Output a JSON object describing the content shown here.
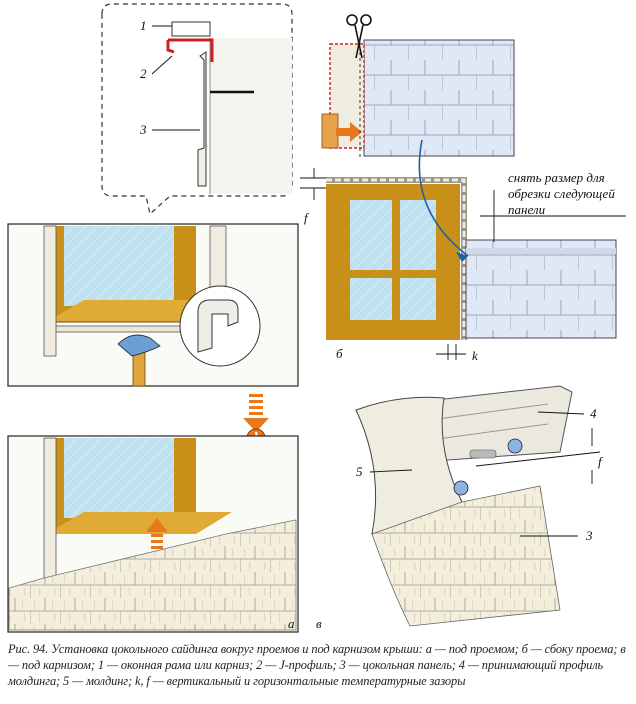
{
  "labels": {
    "n1": "1",
    "n2": "2",
    "n3": "3",
    "n4": "4",
    "n5": "5",
    "n3b": "3",
    "f1": "f",
    "f2": "f",
    "k": "k",
    "a": "a",
    "b": "б",
    "v": "в",
    "measure_note_line1": "снять размер для",
    "measure_note_line2": "обрезки следующей",
    "measure_note_line3": "панели"
  },
  "caption": "Рис. 94. Установка цокольного сайдинга вокруг проемов и под карнизом крыши: а — под проемом; б — сбоку проема; в — под карнизом; 1 — оконная рама или карниз; 2 — J-профиль; 3 — цокольная панель; 4 — принимающий профиль молдинга; 5 — молдинг; k, f — вертикальный и горизонтальные температурные зазоры",
  "colors": {
    "window_frame": "#c89018",
    "glass": "#b8dcea",
    "siding": "#f3efdc",
    "siding_line": "#8a8a7a",
    "arrow_orange": "#e8781e",
    "profile_red": "#cc2020",
    "panel_blue": "#c9d9ee"
  }
}
